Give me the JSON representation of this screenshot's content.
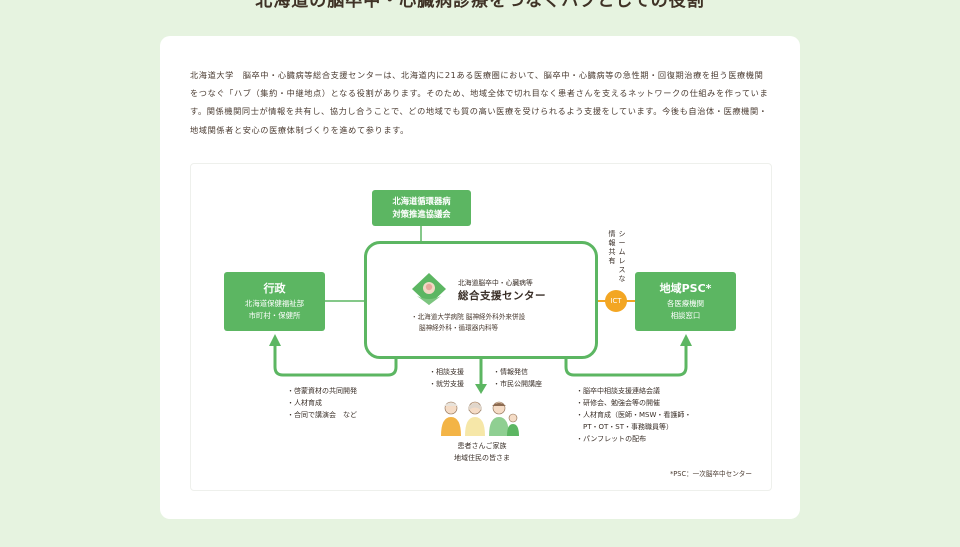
{
  "section_title": "北海道の脳卒中・心臓病診療をつなぐハブとしての役割",
  "intro_text": "北海道大学　脳卒中・心臓病等総合支援センターは、北海道内に21ある医療圏において、脳卒中・心臓病等の急性期・回復期治療を担う医療機関をつなぐ「ハブ（集約・中継地点）となる役割があります。そのため、地域全体で切れ目なく患者さんを支えるネットワークの仕組みを作っています。関係機関同士が情報を共有し、協力し合うことで、どの地域でも質の高い医療を受けられるよう支援をしています。今後も自治体・医療機関・地域関係者と安心の医療体制づくりを進めて参ります。",
  "diagram": {
    "council": {
      "line1": "北海道循環器病",
      "line2": "対策推進協議会"
    },
    "government": {
      "title": "行政",
      "line1": "北海道保健福祉部",
      "line2": "市町村・保健所"
    },
    "center": {
      "subtitle": "北海道脳卒中・心臓病等",
      "title": "総合支援センター",
      "note1": "・北海道大学病院 脳神経外科外来併設",
      "note2": "脳神経外科・循環器内科等"
    },
    "psc": {
      "title": "地域PSC*",
      "line1": "各医療機関",
      "line2": "相談窓口"
    },
    "ict_label": "ICT",
    "seamless_label": "シームレスな",
    "info_share_label": "情報共有",
    "left_list": [
      "・啓蒙資材の共同開発",
      "・人材育成",
      "・合同で講演会　など"
    ],
    "mid_list_left": [
      "・相談支援",
      "・就労支援"
    ],
    "mid_list_right": [
      "・情報発信",
      "・市民公開講座"
    ],
    "right_list": [
      "・脳卒中相談支援連絡会議",
      "・研修会、勉強会等の開催",
      "・人材育成（医師・MSW・看護師・",
      "　PT・OT・ST・事務職員等）",
      "・パンフレットの配布"
    ],
    "people_label_1": "患者さんご家族",
    "people_label_2": "地域住民の皆さま",
    "footnote": "*PSC：一次脳卒中センター"
  },
  "colors": {
    "accent_green": "#5cb662",
    "ict_orange": "#f3a623",
    "background": "#e6f3e0"
  },
  "icons": [
    "hokkaido-logo-icon",
    "people-illustration-icon",
    "arrow-up-icon",
    "arrow-down-icon"
  ]
}
